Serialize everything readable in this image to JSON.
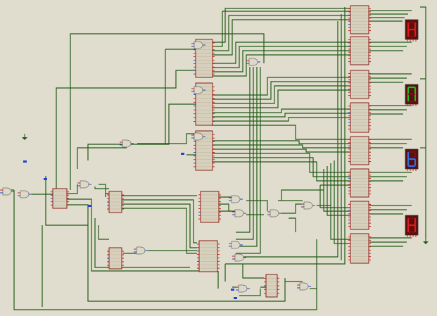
{
  "canvas": {
    "background": "#e0ddce"
  },
  "colors": {
    "wire": "#1f5a14",
    "chip_fill": "#d6d0bc",
    "chip_border": "#8a1a12",
    "pin_red": "#cc1f1f",
    "pin_blue": "#2244cc",
    "gate_fill": "#dcd8ca",
    "display_off": "#7a1010",
    "display_red": "#e01a1a",
    "display_green": "#16c21a",
    "display_blue": "#2f6fe6"
  },
  "displays": [
    {
      "id": "disp1",
      "segments": [
        "b",
        "c",
        "e",
        "f",
        "g"
      ],
      "color": "#e01a1a"
    },
    {
      "id": "disp2",
      "segments": [
        "a",
        "b",
        "c",
        "e",
        "f"
      ],
      "color": "#16c21a"
    },
    {
      "id": "disp3",
      "segments": [
        "c",
        "d",
        "e",
        "f",
        "g"
      ],
      "color": "#2f6fe6"
    },
    {
      "id": "disp4",
      "segments": [
        "b",
        "c",
        "e",
        "f",
        "g"
      ],
      "color": "#e01a1a"
    }
  ]
}
